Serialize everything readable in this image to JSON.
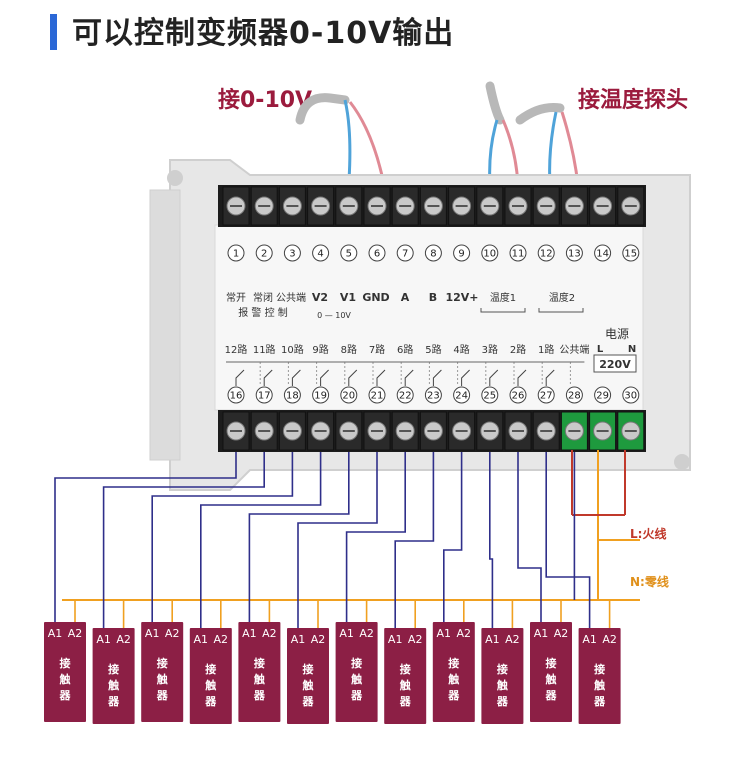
{
  "header": {
    "title": "可以控制变频器0-10V输出"
  },
  "callouts": {
    "analog": "接0-10V",
    "temperature": "接温度探头"
  },
  "board": {
    "top_terminal_numbers": [
      "1",
      "2",
      "3",
      "4",
      "5",
      "6",
      "7",
      "8",
      "9",
      "10",
      "11",
      "12",
      "13",
      "14",
      "15"
    ],
    "top_labels": {
      "normally_open": "常开",
      "normally_closed": "常闭",
      "common": "公共端",
      "alarm_control": "报 警 控 制",
      "v2": "V2",
      "v1": "V1",
      "gnd": "GND",
      "a": "A",
      "b": "B",
      "v12": "12V+",
      "temp1": "温度1",
      "temp2": "温度2",
      "range": "0 — 10V"
    },
    "power": {
      "title": "电源",
      "l": "L",
      "n": "N",
      "voltage": "220V"
    },
    "channel_labels": [
      "12路",
      "11路",
      "10路",
      "9路",
      "8路",
      "7路",
      "6路",
      "5路",
      "4路",
      "3路",
      "2路",
      "1路",
      "公共端"
    ],
    "bottom_terminal_numbers": [
      "16",
      "17",
      "18",
      "19",
      "20",
      "21",
      "22",
      "23",
      "24",
      "25",
      "26",
      "27",
      "28",
      "29",
      "30"
    ]
  },
  "wiring": {
    "live": "L:火线",
    "neutral": "N:零线"
  },
  "contactor": {
    "a1": "A1",
    "a2": "A2",
    "name": "接触器",
    "count": 12
  },
  "colors": {
    "accent": "#2b68d6",
    "callout": "#9b1b3d",
    "contactor": "#8c1f45",
    "signal_wire": "#2f2f8a",
    "live_wire": "#c0392b",
    "neutral_wire": "#f0a020",
    "terminal_green": "#1e9a3e",
    "terminal_black": "#1c1c1c"
  }
}
